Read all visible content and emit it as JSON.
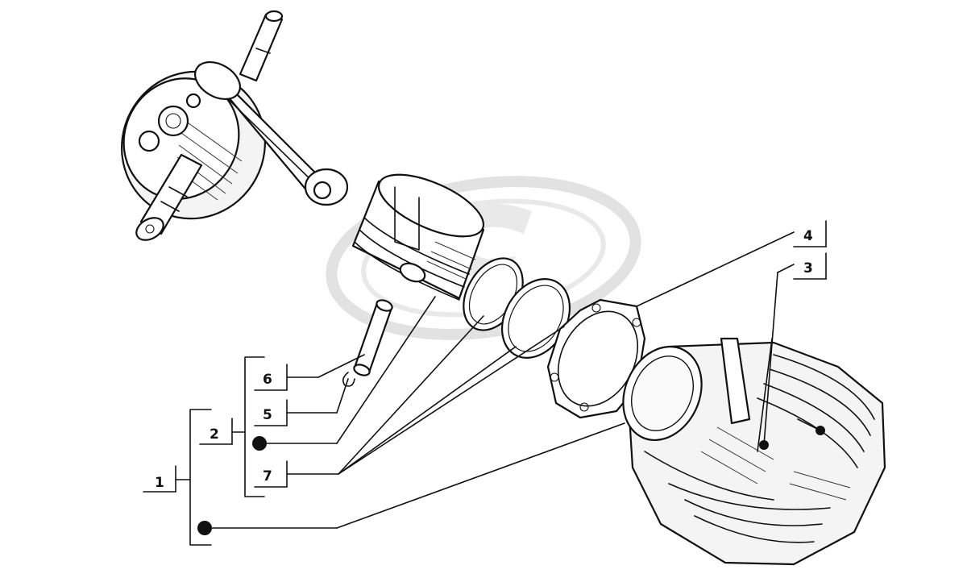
{
  "diagram": {
    "callouts": [
      {
        "id": "c1",
        "label": "1"
      },
      {
        "id": "c2",
        "label": "2"
      },
      {
        "id": "c3",
        "label": "3"
      },
      {
        "id": "c4",
        "label": "4"
      },
      {
        "id": "c5",
        "label": "5"
      },
      {
        "id": "c6",
        "label": "6"
      },
      {
        "id": "c7",
        "label": "7"
      }
    ],
    "parts": [
      {
        "id": "crankshaft",
        "icon": "crankshaft-icon"
      },
      {
        "id": "piston",
        "icon": "piston-icon"
      },
      {
        "id": "piston-pin",
        "icon": "piston-pin-icon"
      },
      {
        "id": "circlip",
        "icon": "circlip-icon"
      },
      {
        "id": "piston-rings",
        "icon": "piston-ring-icon"
      },
      {
        "id": "cylinder-gasket",
        "icon": "gasket-icon"
      },
      {
        "id": "cylinder",
        "icon": "cylinder-icon"
      },
      {
        "id": "stud",
        "icon": "stud-icon"
      }
    ],
    "colors": {
      "ink": "#111111",
      "watermark": "#d9d9d9"
    }
  }
}
